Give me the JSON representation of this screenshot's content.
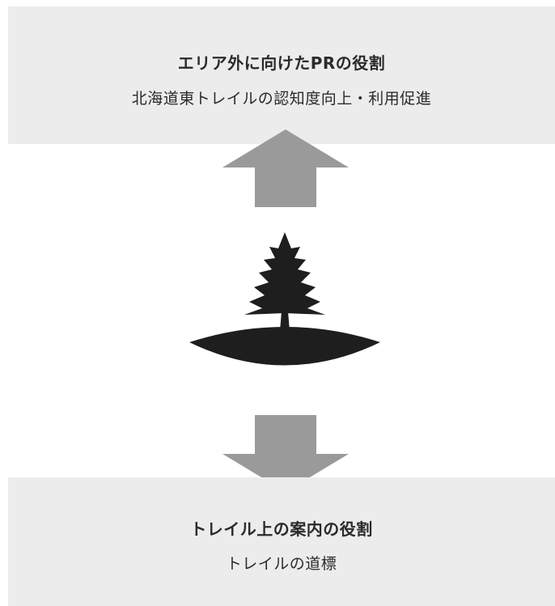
{
  "top_box": {
    "title": "エリア外に向けたPRの役割",
    "subtitle": "北海道東トレイルの認知度向上・利用促進"
  },
  "bottom_box": {
    "title": "トレイル上の案内の役割",
    "subtitle": "トレイルの道標"
  },
  "icons": {
    "center": "tree-on-ground-icon",
    "upper": "arrow-up-icon",
    "lower": "arrow-down-icon"
  },
  "colors": {
    "panel_background": "#ececec",
    "arrow": "#9a9a9a",
    "tree": "#1e1e1e",
    "text": "#2b2b2b"
  }
}
